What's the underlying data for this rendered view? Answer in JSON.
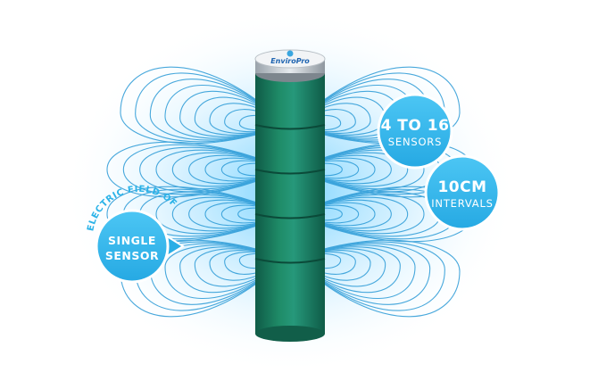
{
  "colors": {
    "glow": "#9fdcff",
    "field_line": "#2a9ad6",
    "cylinder_dark": "#0f5b47",
    "cylinder_mid": "#1d8a66",
    "cylinder_light": "#2aa07a",
    "badge": "#3bbdf0",
    "badge_dark": "#1aa3dc"
  },
  "badges": {
    "sensors": {
      "line1": "4 TO 16",
      "line2": "SENSORS"
    },
    "intervals": {
      "line1": "10CM",
      "line2": "INTERVALS"
    },
    "single": {
      "arc": "ELECTRIC FIELD OF",
      "line1": "SINGLE",
      "line2": "SENSOR"
    }
  },
  "logo": {
    "text": "EnviroPro"
  },
  "sensor_count_shown": 4
}
